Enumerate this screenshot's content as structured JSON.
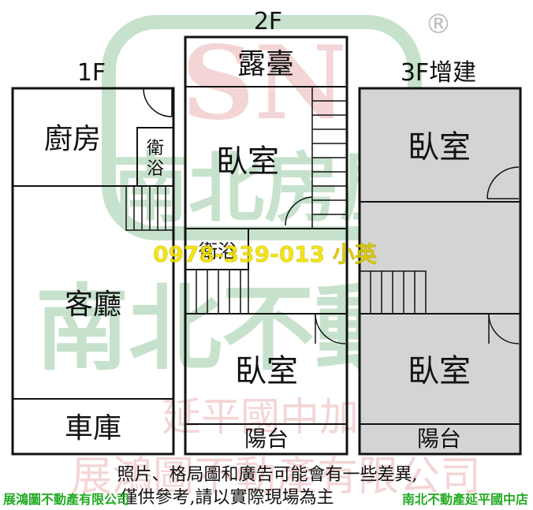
{
  "floors": {
    "f1": {
      "label": "1F",
      "rooms": {
        "kitchen": "廚房",
        "bath": "衛浴",
        "living": "客廳",
        "garage": "車庫"
      }
    },
    "f2": {
      "label": "2F",
      "rooms": {
        "terrace": "露臺",
        "bedroom_upper": "臥室",
        "bath": "衛浴",
        "bedroom_lower": "臥室",
        "balcony": "陽台"
      }
    },
    "f3": {
      "label": "3F增建",
      "shade_color": "#d4d4d4",
      "rooms": {
        "bedroom_upper": "臥室",
        "bedroom_lower": "臥室",
        "balcony": "陽台"
      }
    }
  },
  "watermark": {
    "logo_letters": "SN",
    "logo_sub": "南北房屋",
    "registered": "®",
    "big_text": "南北不動產",
    "franchise": "延平國中加盟店",
    "company_bg": "展鴻圖不動產有限公司",
    "color_green": "#3a9a4a",
    "color_red": "#d86a6a"
  },
  "phone": "0978-339-013  小英",
  "phone_color": "#f2e200",
  "disclaimer": {
    "line1": "照片、格局圖和廣告可能會有一些差異,",
    "line2": "僅供參考,請以實際現場為主"
  },
  "footer": {
    "left": "展鴻圖不動產有限公司",
    "right": "南北不動產延平國中店",
    "color": "#22aa22"
  }
}
